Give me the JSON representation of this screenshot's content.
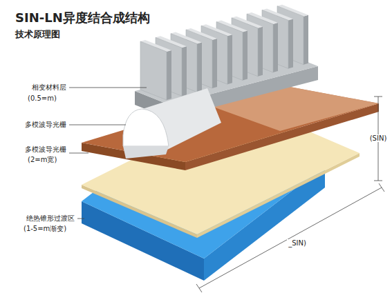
{
  "diagram": {
    "title": "SIN-LN异度结合成结构",
    "labels": [
      "技术原理图",
      "相变材料层",
      "(0.5=m)",
      "多模波导光栅",
      "多模波导光栅",
      "(2=m宽)",
      "绝热锥形过渡区",
      "(1-5=m渐变)",
      "(SIN)",
      "_SIN)"
    ]
  }
}
